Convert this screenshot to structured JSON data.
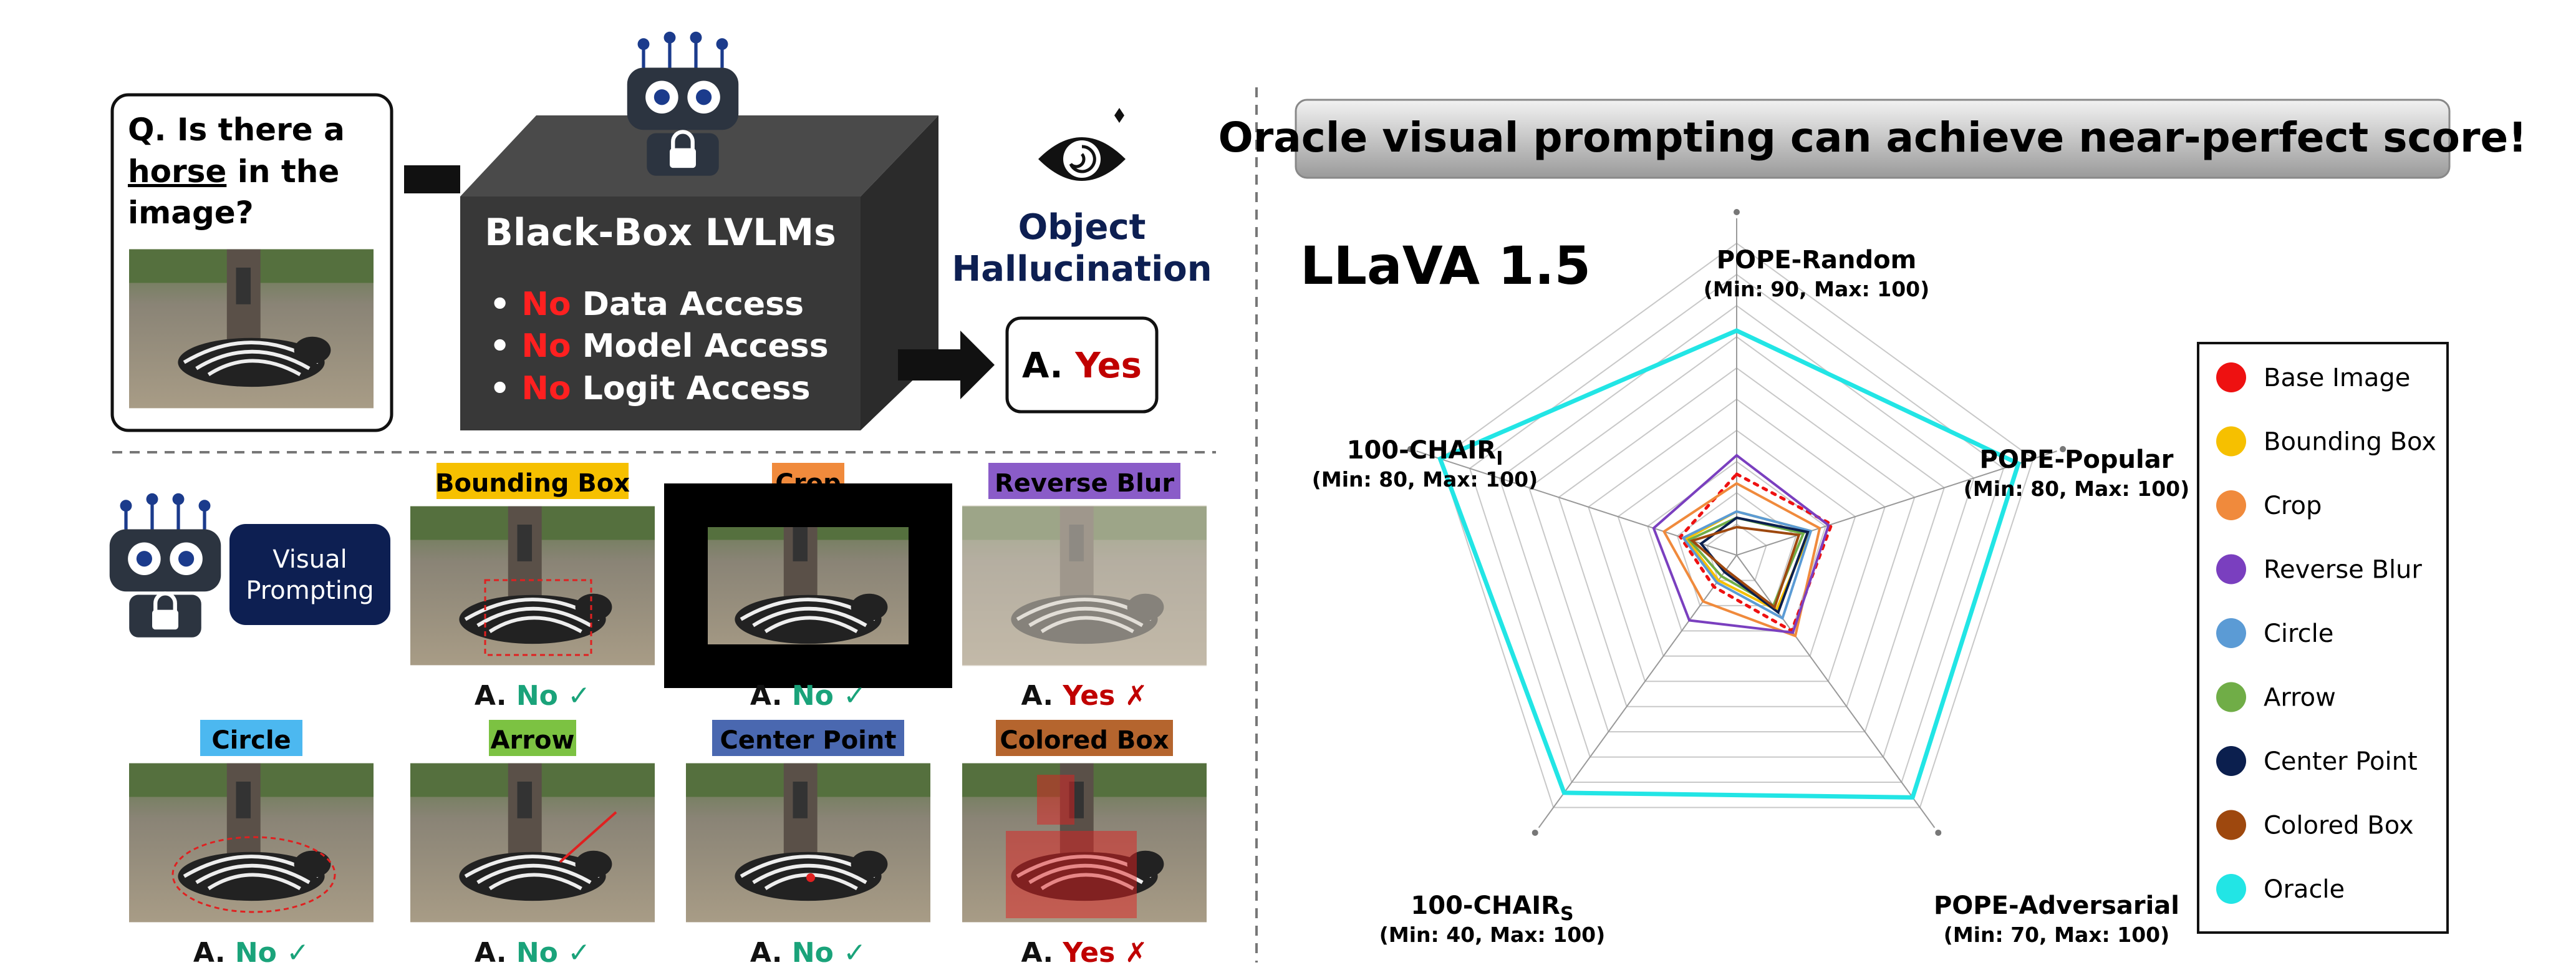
{
  "top": {
    "question": {
      "line1": "Q. Is there a",
      "word": "horse",
      "line2_rest": " in the",
      "line3": "image?"
    },
    "blackbox": {
      "title": "Black-Box LVLMs",
      "no": "No",
      "items": [
        {
          "rest": " Data Access"
        },
        {
          "rest": " Model Access"
        },
        {
          "rest": " Logit Access"
        }
      ]
    },
    "hallucination": {
      "line1": "Object",
      "line2": "Hallucination"
    },
    "answer": {
      "prefix": "A.",
      "value": "Yes"
    }
  },
  "prompting": {
    "badge": {
      "line1": "Visual",
      "line2": "Prompting"
    },
    "panels": [
      {
        "label": "Bounding Box",
        "answer": "No",
        "correct": true,
        "label_bg": "#f6c000",
        "label_fg": "#000000"
      },
      {
        "label": "Crop",
        "answer": "No",
        "correct": true,
        "label_bg": "#f08a3c",
        "label_fg": "#000000"
      },
      {
        "label": "Reverse Blur",
        "answer": "Yes",
        "correct": false,
        "label_bg": "#8a5cc8",
        "label_fg": "#000000"
      },
      {
        "label": "Circle",
        "answer": "No",
        "correct": true,
        "label_bg": "#4cb8f0",
        "label_fg": "#000000"
      },
      {
        "label": "Arrow",
        "answer": "No",
        "correct": true,
        "label_bg": "#7cc242",
        "label_fg": "#000000"
      },
      {
        "label": "Center Point",
        "answer": "No",
        "correct": true,
        "label_bg": "#4a68b0",
        "label_fg": "#000000"
      },
      {
        "label": "Colored Box",
        "answer": "Yes",
        "correct": false,
        "label_bg": "#b5652e",
        "label_fg": "#000000"
      }
    ],
    "answer_prefix": "A.",
    "check_mark": "✓",
    "cross_mark": "✗"
  },
  "banner": "Oracle visual prompting can achieve near-perfect score!",
  "chart_data": {
    "type": "radar",
    "title": "LLaVA 1.5",
    "axes": [
      {
        "name": "POPE-Random",
        "range": "(Min: 90, Max: 100)",
        "min": 90,
        "max": 100
      },
      {
        "name": "POPE-Popular",
        "range": "(Min: 80, Max: 100)",
        "min": 80,
        "max": 100
      },
      {
        "name": "POPE-Adversarial",
        "range": "(Min: 70, Max: 100)",
        "min": 70,
        "max": 100
      },
      {
        "name": "100-CHAIR",
        "sub": "S",
        "range": "(Min: 40, Max: 100)",
        "min": 40,
        "max": 100
      },
      {
        "name": "100-CHAIR",
        "sub": "I",
        "range": "(Min: 80, Max: 100)",
        "min": 80,
        "max": 100
      }
    ],
    "grid_levels": 10,
    "series": [
      {
        "name": "Base Image",
        "color": "#ee1111",
        "dash": true,
        "values": [
          92.6,
          86.4,
          79.0,
          47.5,
          83.8
        ]
      },
      {
        "name": "Bounding Box",
        "color": "#f6c000",
        "values": [
          91.4,
          85.0,
          76.5,
          46.0,
          83.4
        ]
      },
      {
        "name": "Crop",
        "color": "#f08a3c",
        "values": [
          92.3,
          85.6,
          79.6,
          51.0,
          84.9
        ]
      },
      {
        "name": "Reverse Blur",
        "color": "#7a3fbf",
        "values": [
          93.2,
          86.2,
          79.2,
          55.5,
          85.6
        ]
      },
      {
        "name": "Circle",
        "color": "#5b9bd5",
        "values": [
          91.4,
          85.0,
          77.5,
          46.5,
          83.6
        ]
      },
      {
        "name": "Arrow",
        "color": "#70ad47",
        "values": [
          91.2,
          84.5,
          76.0,
          45.0,
          83.2
        ]
      },
      {
        "name": "Center Point",
        "color": "#0b1f4e",
        "values": [
          91.2,
          84.8,
          76.8,
          44.0,
          82.4
        ]
      },
      {
        "name": "Colored Box",
        "color": "#9e480e",
        "values": [
          90.9,
          84.2,
          76.2,
          43.5,
          83.0
        ]
      },
      {
        "name": "Oracle",
        "color": "#22e5e5",
        "values": [
          97.2,
          99.0,
          98.8,
          96.5,
          100
        ]
      }
    ]
  }
}
